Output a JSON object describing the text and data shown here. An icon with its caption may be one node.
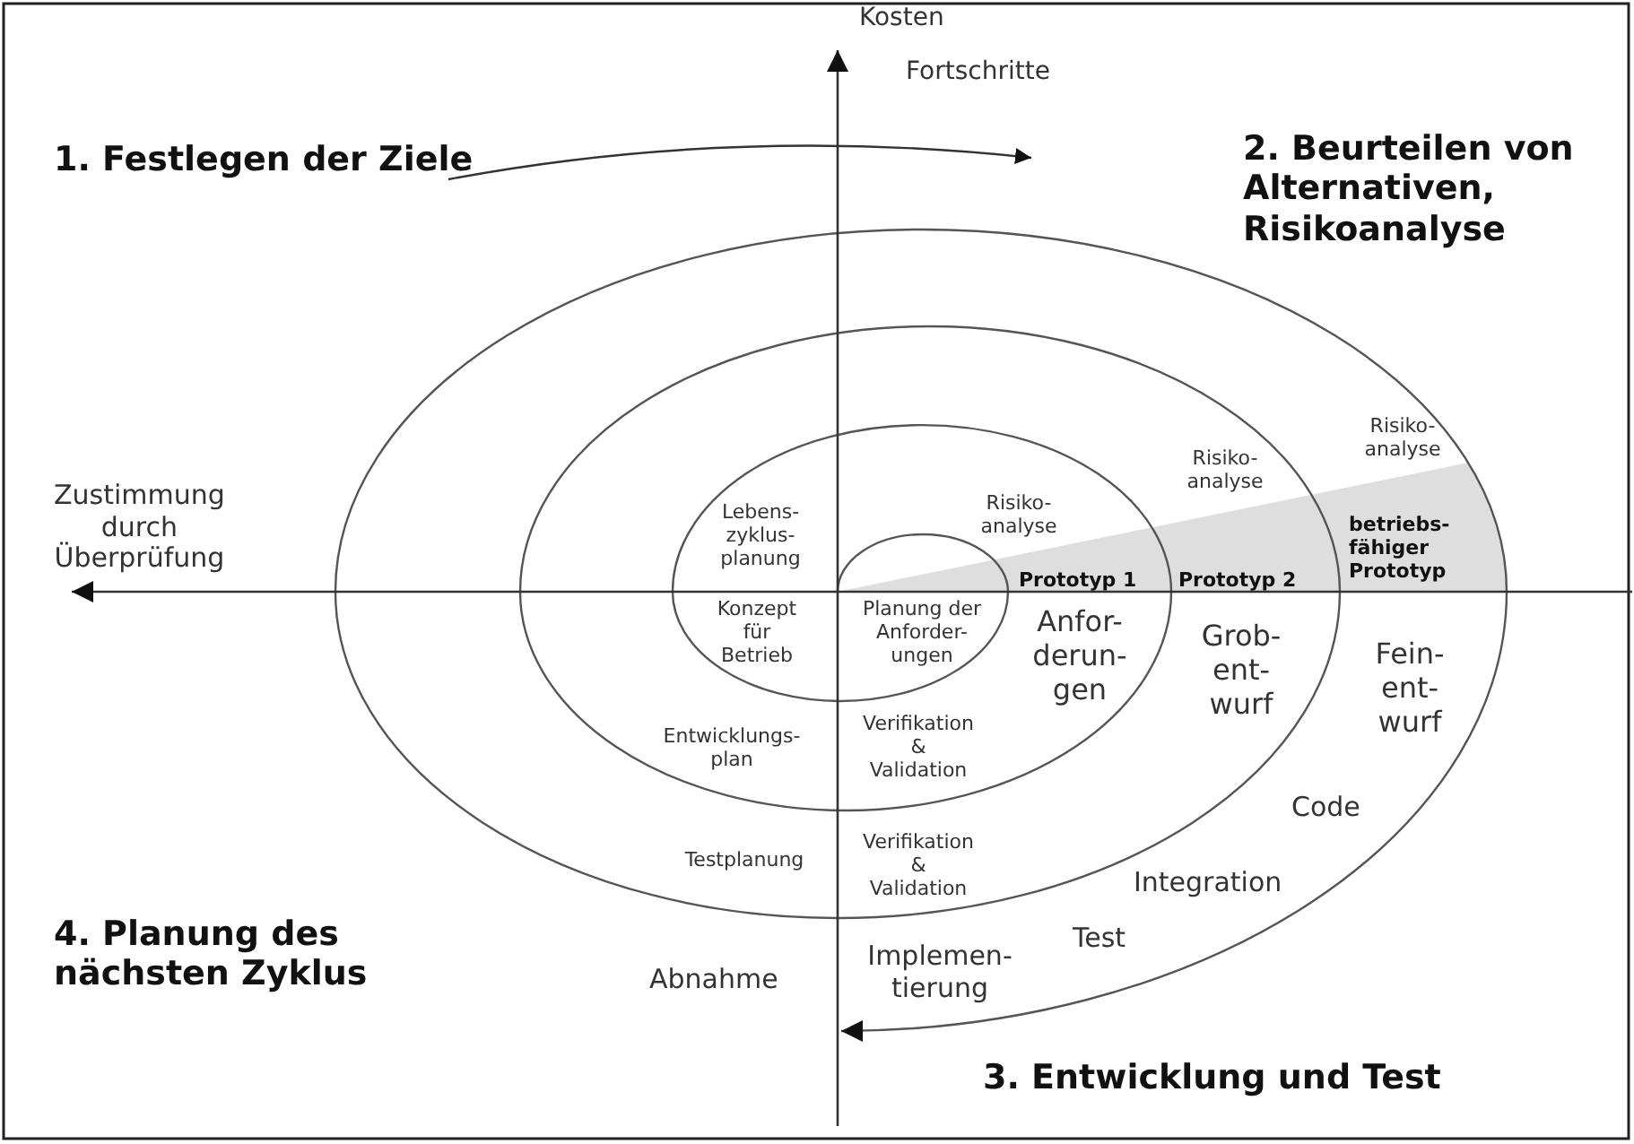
{
  "diagram": {
    "labels": [
      "Kosten",
      "Fortschritte",
      "1. Festlegen der Ziele",
      "2. Beurteilen von Alternativen, Risikoanalyse",
      "Risiko- analyse",
      "Risiko- analyse",
      "Zustimmung durch Überprüfung",
      "Lebens- zyklus- planung",
      "Risiko- analyse",
      "betriebs- fähiger Prototyp",
      "Prototyp 1",
      "Prototyp 2",
      "Konzept für Betrieb",
      "Planung der Anforder- ungen",
      "Anfor- derun- gen",
      "Grob- ent- wurf",
      "Fein- ent- wurf",
      "Entwicklungs- plan",
      "Verifikation & Validation",
      "Testplanung",
      "Code",
      "Verifikation & Validation",
      "Integration",
      "4. Planung des nächsten Zyklus",
      "Test",
      "Abnahme",
      "Implemen- tierung",
      "3. Entwicklung und Test"
    ]
  }
}
